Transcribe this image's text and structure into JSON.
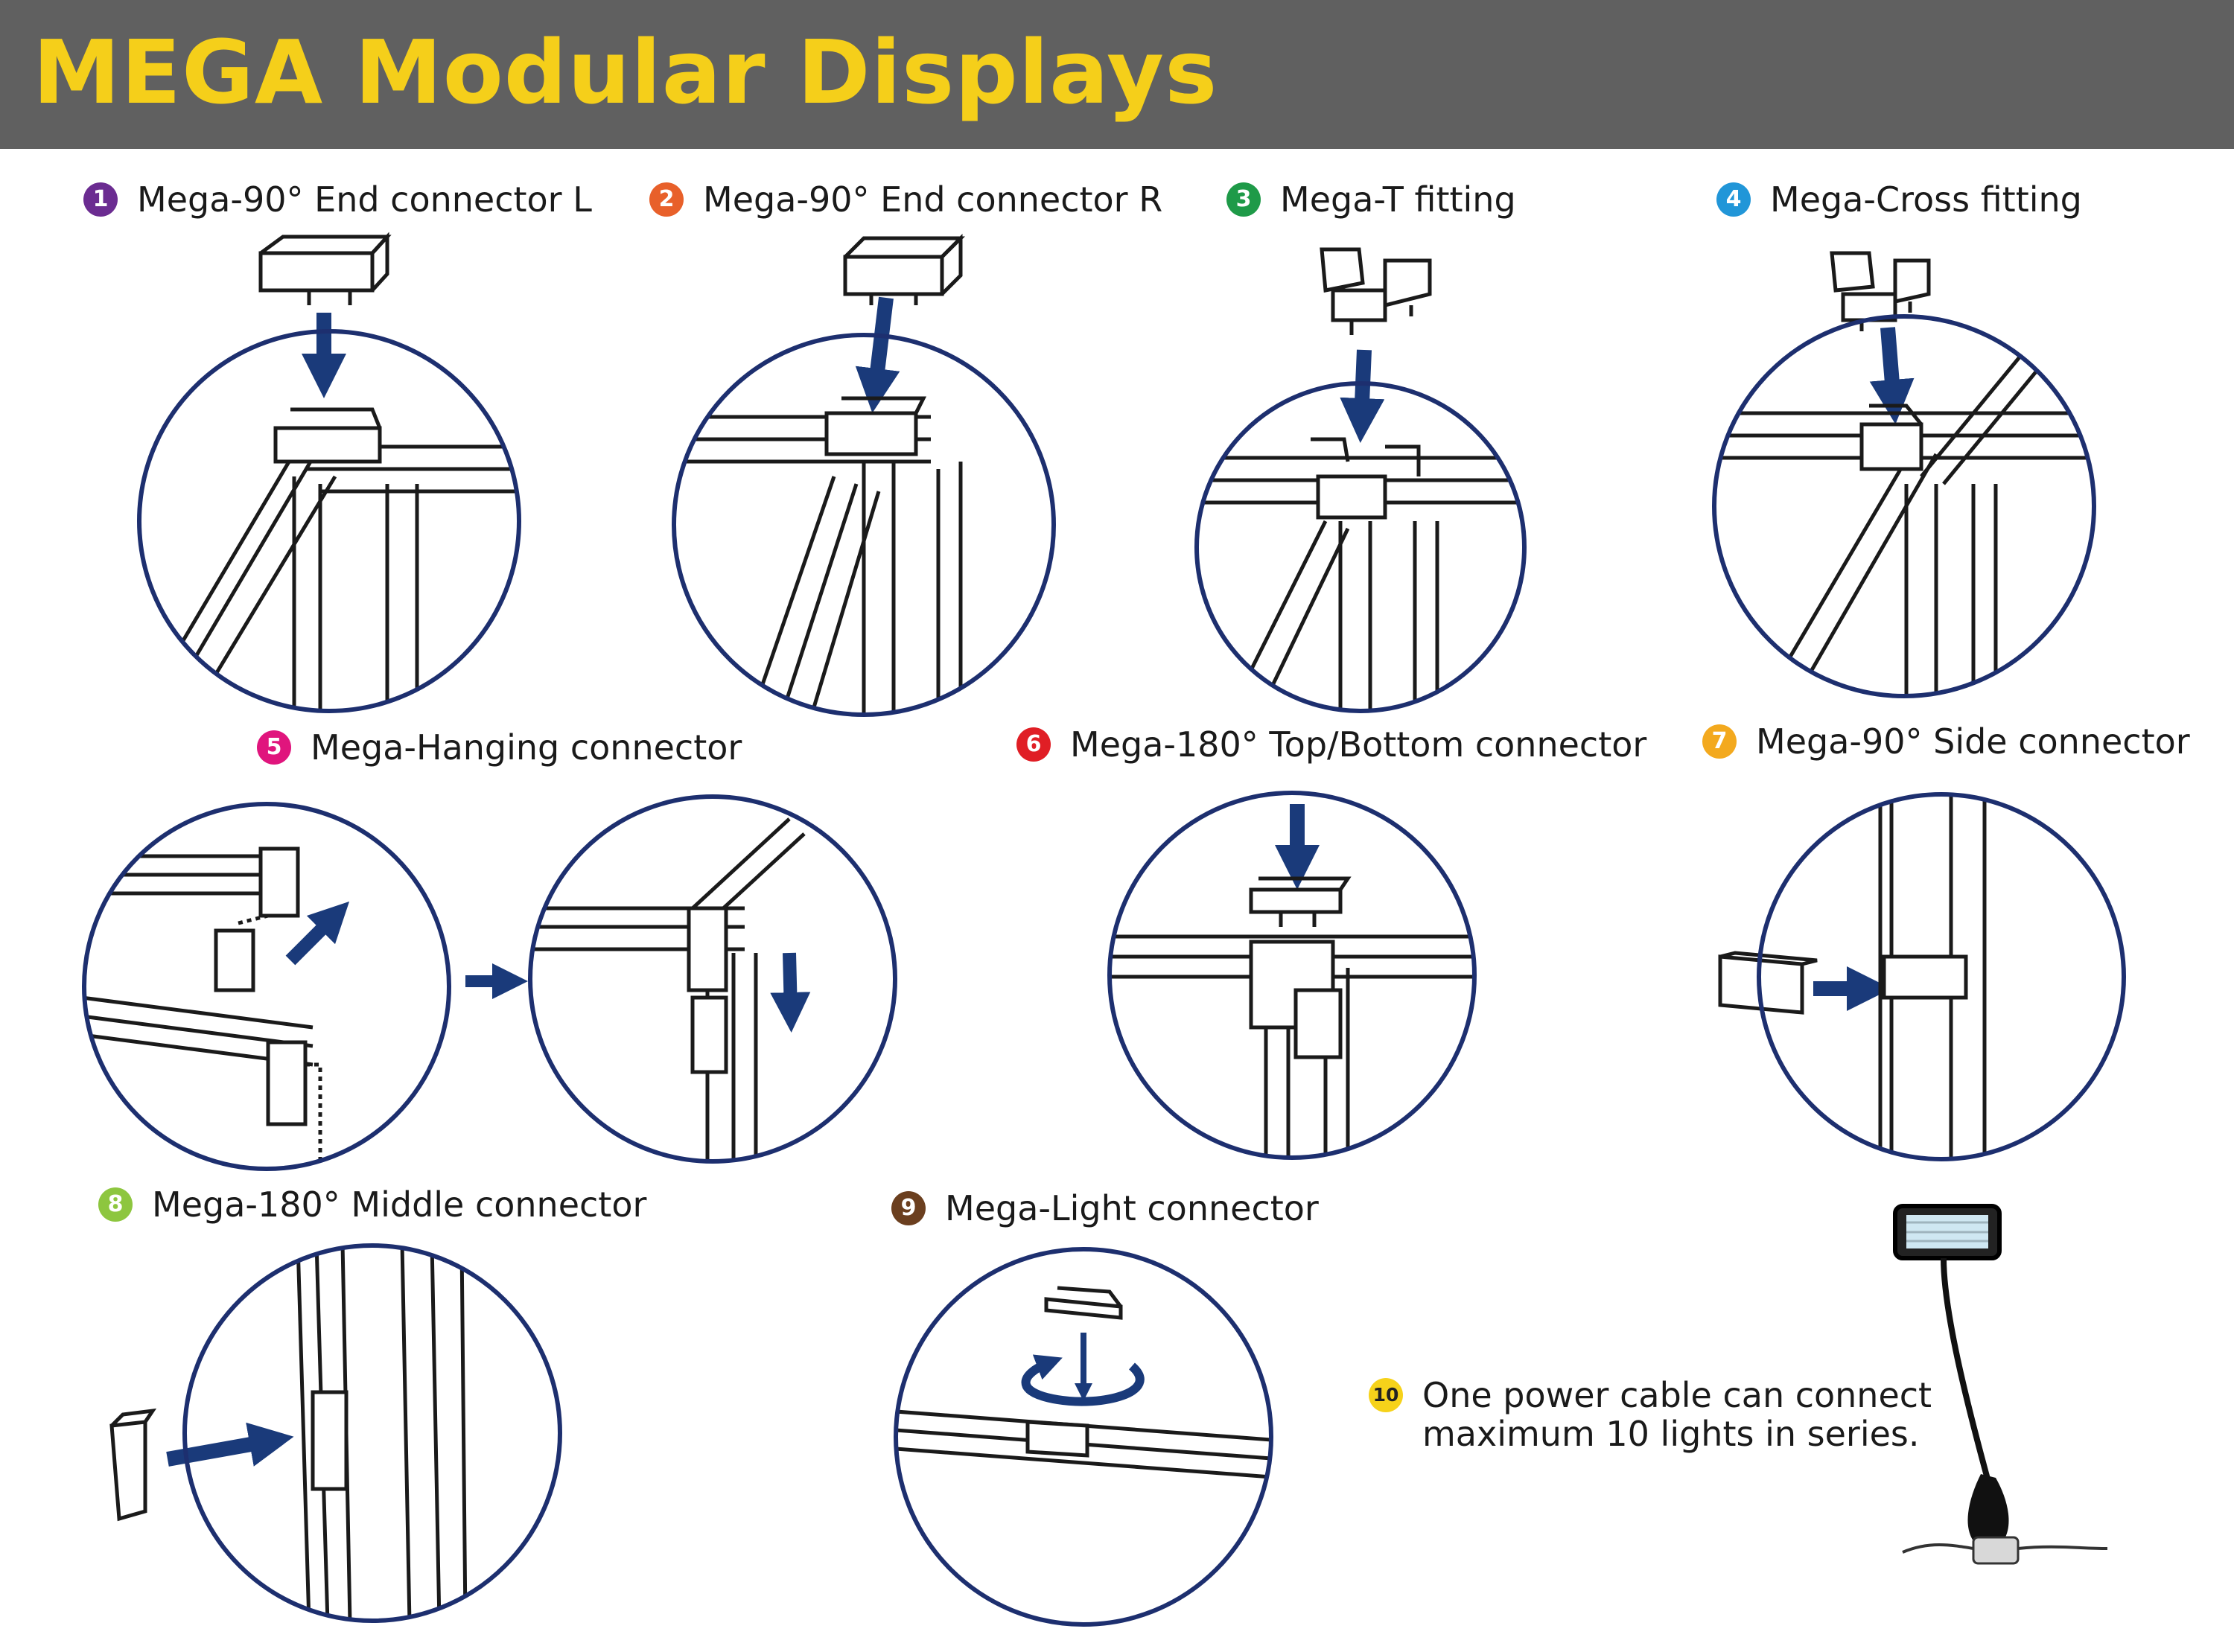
{
  "header": {
    "title": "MEGA Modular Displays",
    "background": "#606060",
    "title_color": "#f5cf1a"
  },
  "items": [
    {
      "number": "1",
      "label": "Mega-90° End connector L",
      "badge_color": "#6b2c91"
    },
    {
      "number": "2",
      "label": "Mega-90° End connector R",
      "badge_color": "#e8602a"
    },
    {
      "number": "3",
      "label": "Mega-T fitting",
      "badge_color": "#1e9a48"
    },
    {
      "number": "4",
      "label": "Mega-Cross fitting",
      "badge_color": "#2196d8"
    },
    {
      "number": "5",
      "label": "Mega-Hanging connector",
      "badge_color": "#e0157d"
    },
    {
      "number": "6",
      "label": "Mega-180° Top/Bottom connector",
      "badge_color": "#e01e25"
    },
    {
      "number": "7",
      "label": "Mega-90° Side connector",
      "badge_color": "#f3a91e"
    },
    {
      "number": "8",
      "label": "Mega-180° Middle connector",
      "badge_color": "#8dc63f"
    },
    {
      "number": "9",
      "label": "Mega-Light connector",
      "badge_color": "#6b3f1f"
    }
  ],
  "note": {
    "number": "10",
    "badge_color": "#f6d21a",
    "line1": "One power cable can connect",
    "line2": "maximum 10 lights in series."
  },
  "colors": {
    "circle_outline": "#1d2f6f",
    "arrow": "#1a3a7a",
    "line_art": "#1a1a1a"
  }
}
